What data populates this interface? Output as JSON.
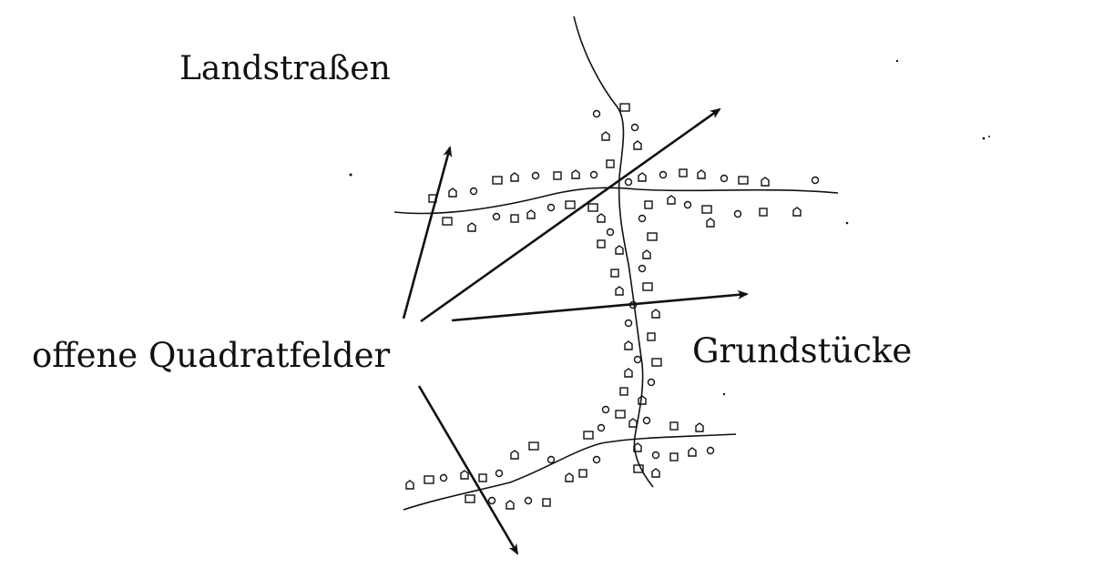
{
  "labels": {
    "roads": "Landstraßen",
    "open_squares": "offene Quadratfelder",
    "plots": "Grundstücke"
  },
  "colors": {
    "ink": "#111111",
    "background": "#ffffff"
  }
}
